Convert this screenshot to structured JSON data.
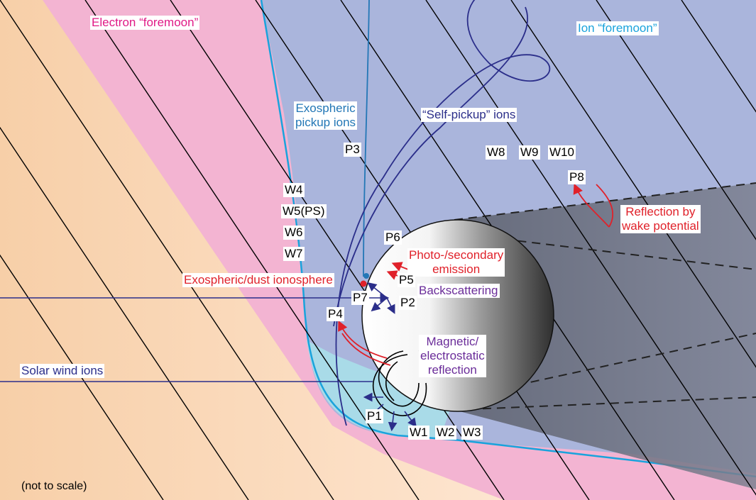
{
  "colors": {
    "solar_wind_bg": "#fbdcc0",
    "electron_foremoon": "#f3b4d2",
    "ion_foremoon": "#aab5dc",
    "inner_region": "#a9dbe8",
    "wake": "#6f7380",
    "moon_light": "#ffffff",
    "moon_dark": "#3a3a3a",
    "red": "#e0212a",
    "navy": "#2b2e8a",
    "blue": "#2377b6",
    "purple": "#6a2c99",
    "magenta": "#e01a86",
    "cyan": "#1aa3dc"
  },
  "regions": {
    "electron_foremoon": "Electron “foremoon”",
    "ion_foremoon": "Ion “foremoon”"
  },
  "populations": {
    "exospheric_pickup": [
      "Exospheric",
      "pickup ions"
    ],
    "self_pickup": "“Self-pickup” ions",
    "solar_wind": "Solar wind ions"
  },
  "processes": {
    "photo_emission": [
      "Photo-/secondary",
      "emission"
    ],
    "ionosphere": "Exospheric/dust ionosphere",
    "backscattering": "Backscattering",
    "magnetic": [
      "Magnetic/",
      "electrostatic",
      "reflection"
    ],
    "wake_reflection": [
      "Reflection by",
      "wake potential"
    ]
  },
  "tags": {
    "p1": "P1",
    "p2": "P2",
    "p3": "P3",
    "p4": "P4",
    "p5": "P5",
    "p6": "P6",
    "p7": "P7",
    "p8": "P8",
    "w1": "W1",
    "w2": "W2",
    "w3": "W3",
    "w4": "W4",
    "w5": "W5(PS)",
    "w6": "W6",
    "w7": "W7",
    "w8": "W8",
    "w9": "W9",
    "w10": "W10"
  },
  "note": "(not to scale)"
}
